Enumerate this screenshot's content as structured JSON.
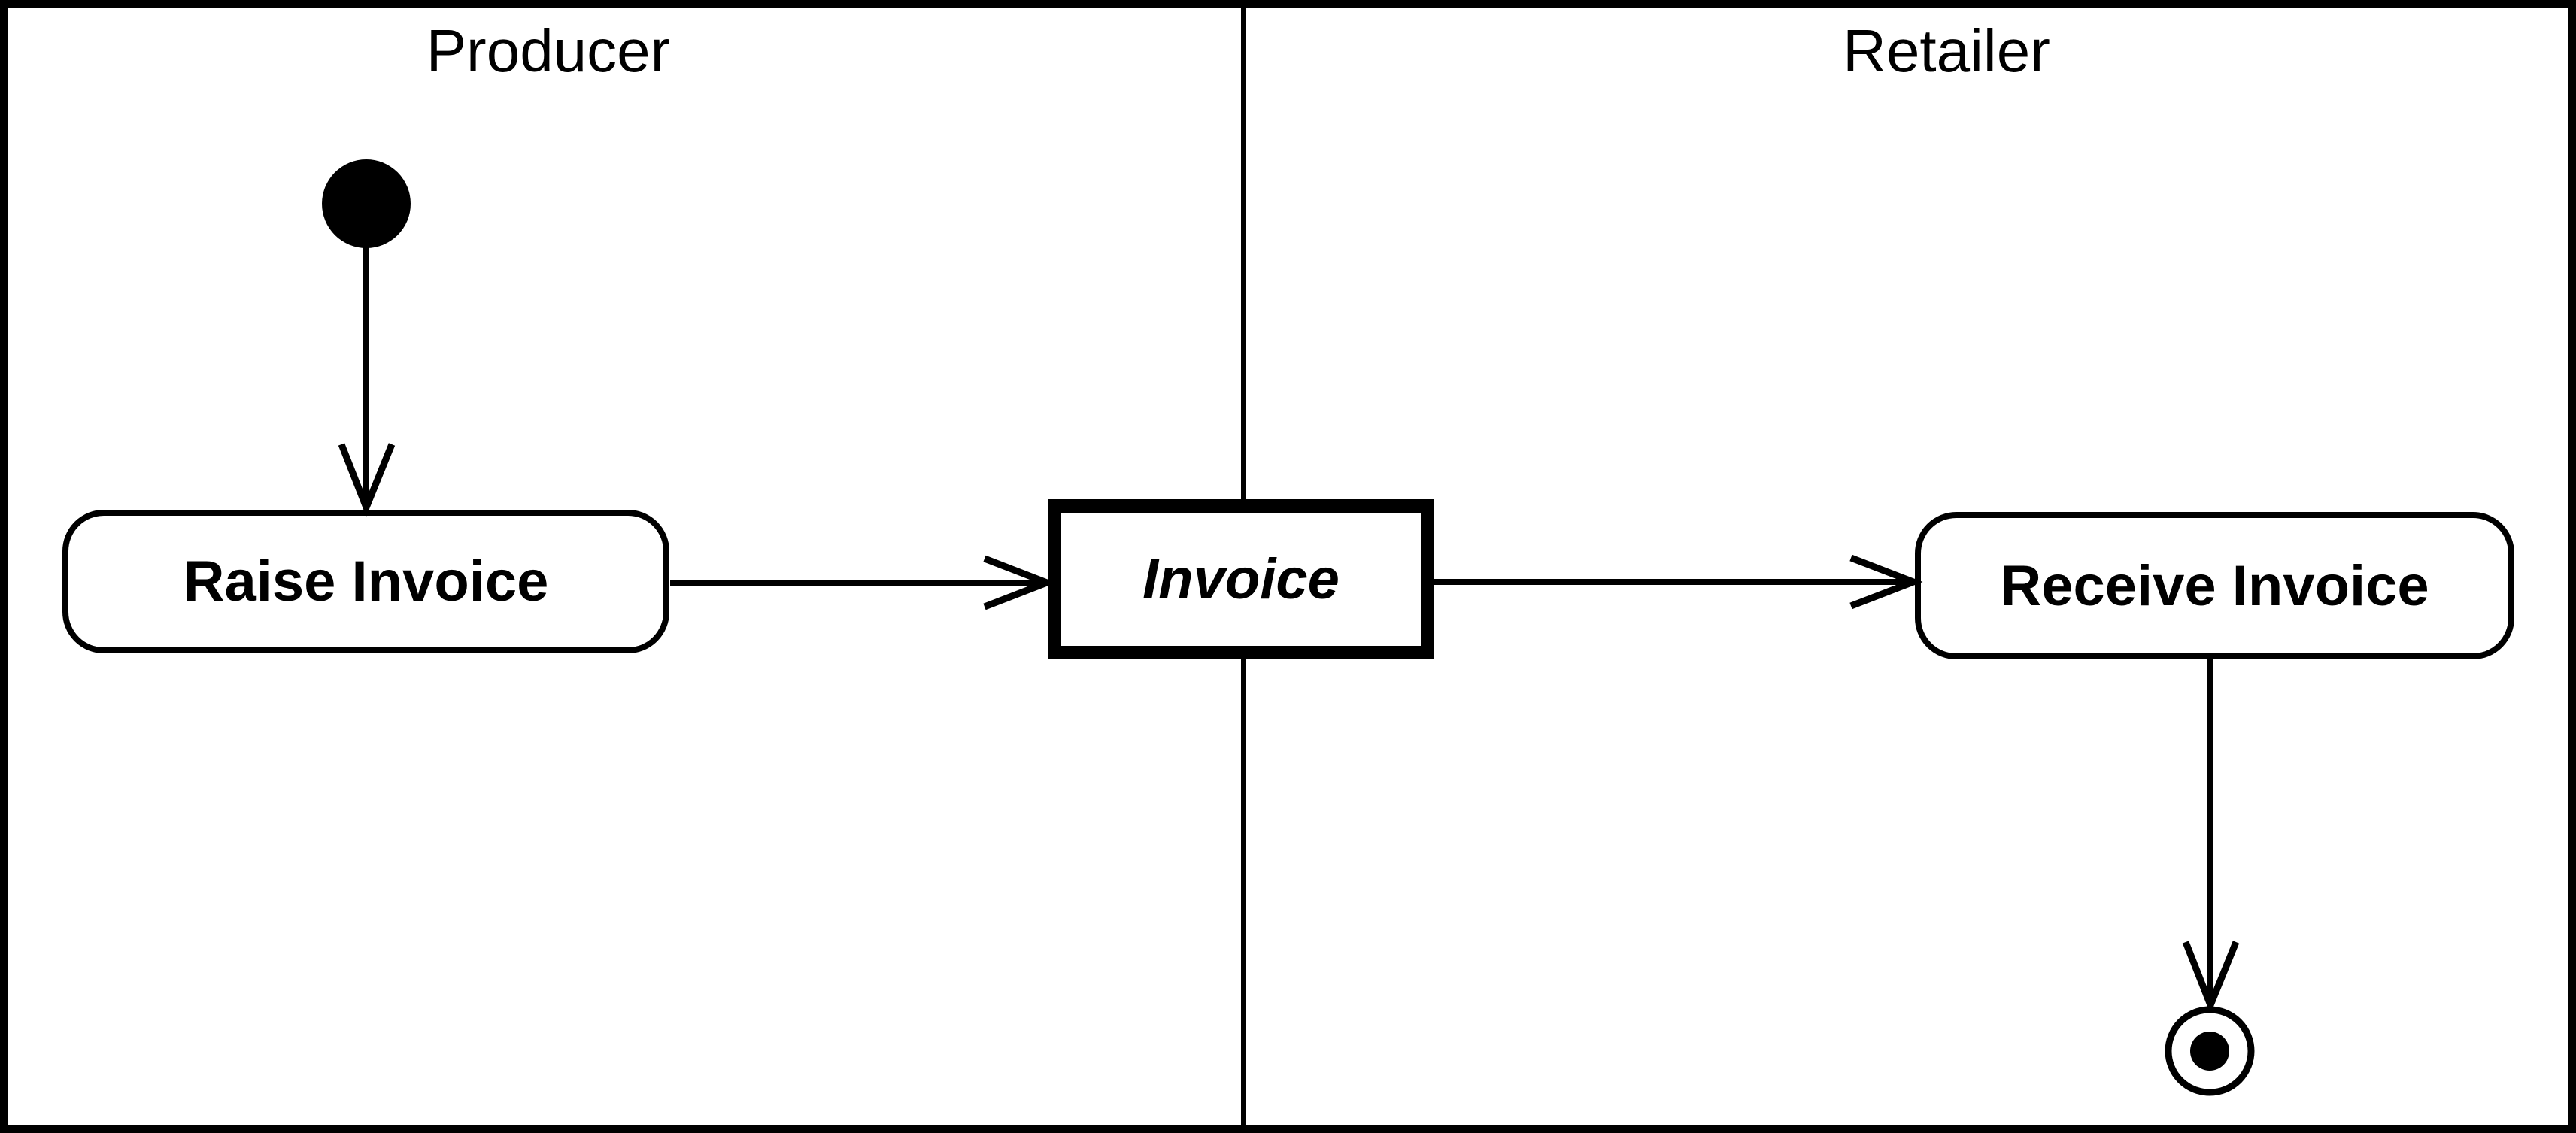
{
  "diagram": {
    "kind": "uml-activity-swimlane",
    "colors": {
      "line": "#000000",
      "background": "#ffffff"
    },
    "lanes": [
      {
        "title": "Producer"
      },
      {
        "title": "Retailer"
      }
    ],
    "nodes": {
      "initial": {
        "type": "initial-state",
        "lane": "Producer"
      },
      "raise_invoice": {
        "type": "action",
        "label": "Raise Invoice",
        "lane": "Producer"
      },
      "invoice": {
        "type": "object",
        "label": "Invoice",
        "lane": "between lanes"
      },
      "receive_invoice": {
        "type": "action",
        "label": "Receive Invoice",
        "lane": "Retailer"
      },
      "final": {
        "type": "final-state",
        "lane": "Retailer"
      }
    },
    "edges": [
      {
        "from": "initial",
        "to": "raise_invoice"
      },
      {
        "from": "raise_invoice",
        "to": "invoice"
      },
      {
        "from": "invoice",
        "to": "receive_invoice"
      },
      {
        "from": "receive_invoice",
        "to": "final"
      }
    ]
  }
}
